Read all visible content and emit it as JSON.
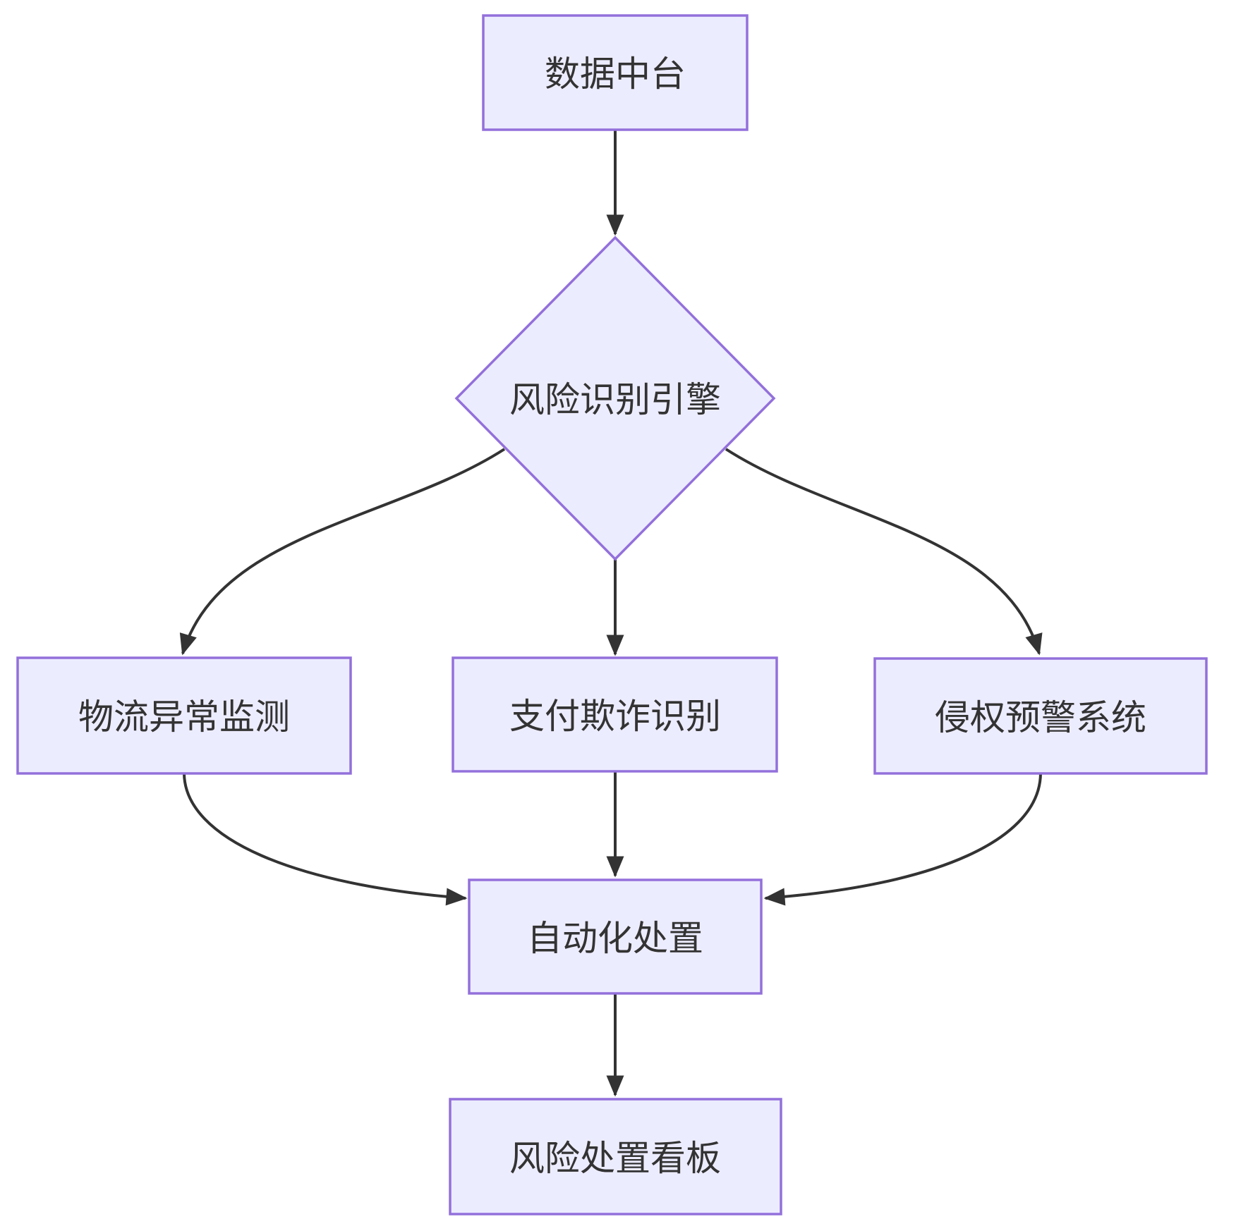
{
  "diagram": {
    "type": "flowchart",
    "direction": "top-down",
    "colors": {
      "node_fill": "#ECECFF",
      "node_border": "#9370DB",
      "edge": "#333333",
      "text": "#333333",
      "background": "#ffffff"
    },
    "nodes": [
      {
        "id": "data-platform",
        "label": "数据中台",
        "shape": "rect"
      },
      {
        "id": "risk-engine",
        "label": "风险识别引擎",
        "shape": "diamond"
      },
      {
        "id": "logistics-monitor",
        "label": "物流异常监测",
        "shape": "rect"
      },
      {
        "id": "payment-fraud",
        "label": "支付欺诈识别",
        "shape": "rect"
      },
      {
        "id": "infringement-warning",
        "label": "侵权预警系统",
        "shape": "rect"
      },
      {
        "id": "auto-handling",
        "label": "自动化处置",
        "shape": "rect"
      },
      {
        "id": "risk-dashboard",
        "label": "风险处置看板",
        "shape": "rect"
      }
    ],
    "edges": [
      {
        "from": "data-platform",
        "to": "risk-engine"
      },
      {
        "from": "risk-engine",
        "to": "logistics-monitor"
      },
      {
        "from": "risk-engine",
        "to": "payment-fraud"
      },
      {
        "from": "risk-engine",
        "to": "infringement-warning"
      },
      {
        "from": "logistics-monitor",
        "to": "auto-handling"
      },
      {
        "from": "payment-fraud",
        "to": "auto-handling"
      },
      {
        "from": "infringement-warning",
        "to": "auto-handling"
      },
      {
        "from": "auto-handling",
        "to": "risk-dashboard"
      }
    ]
  }
}
